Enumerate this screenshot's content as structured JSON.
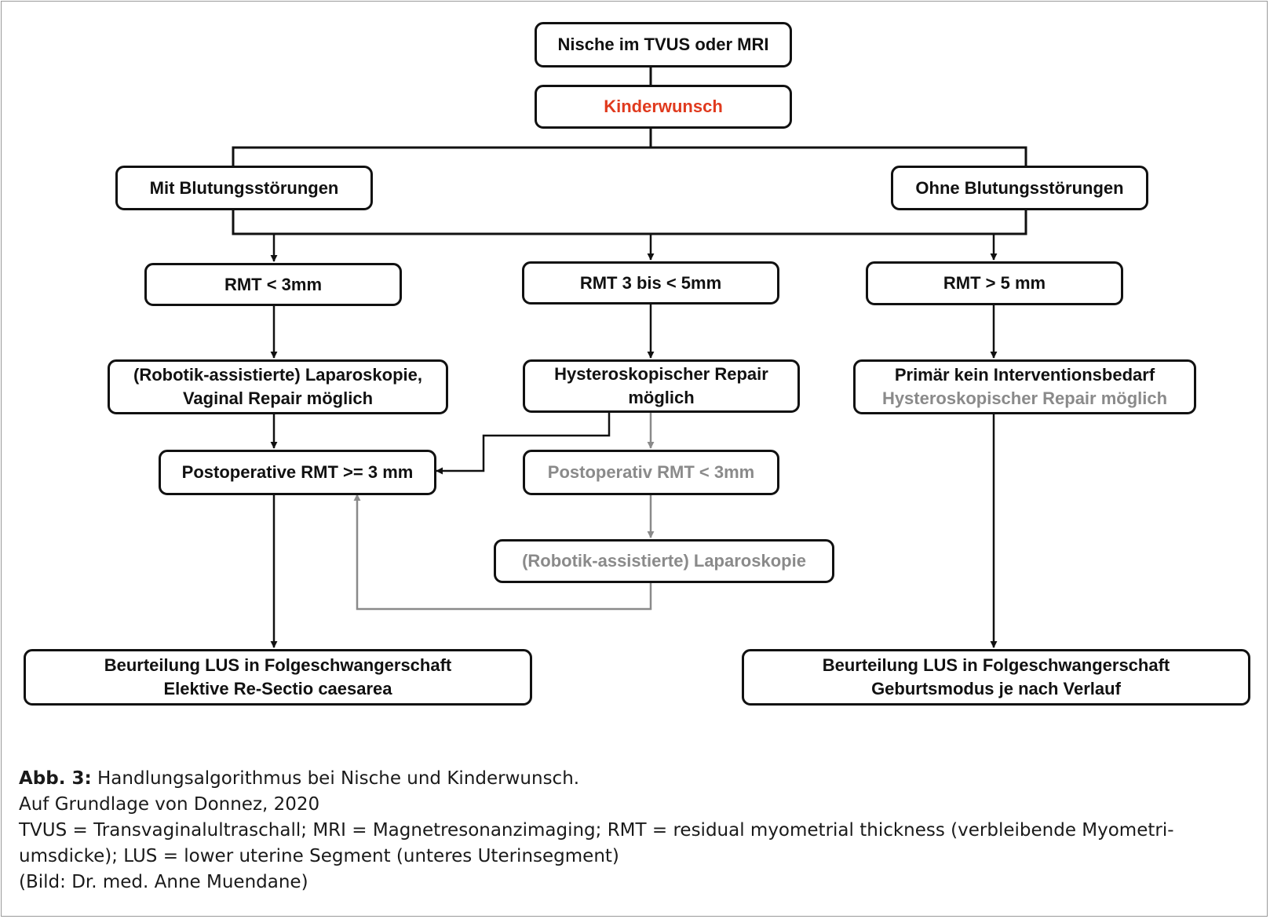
{
  "flowchart": {
    "nodes": {
      "start": [
        "Nische im TVUS oder MRI"
      ],
      "wish": [
        "Kinderwunsch"
      ],
      "with_bleeding": [
        "Mit Blutungsstörungen"
      ],
      "without_bleeding": [
        "Ohne Blutungsstörungen"
      ],
      "rmt_lt3": [
        "RMT < 3mm"
      ],
      "rmt_3to5": [
        "RMT 3  bis < 5mm"
      ],
      "rmt_gt5": [
        "RMT > 5 mm"
      ],
      "laparoscopy": [
        "(Robotik-assistierte) Laparoskopie,",
        "Vaginal Repair möglich"
      ],
      "hysteroscopic": [
        "Hysteroskopischer Repair",
        "möglich"
      ],
      "primary": [
        "Primär kein Interventionsbedarf",
        "Hysteroskopischer Repair möglich"
      ],
      "postop_ge3": [
        "Postoperative RMT >= 3 mm"
      ],
      "postop_lt3": [
        "Postoperativ RMT < 3mm"
      ],
      "robot_lap": [
        "(Robotik-assistierte) Laparoskopie"
      ],
      "outcome_left": [
        "Beurteilung LUS in Folgeschwangerschaft",
        "Elektive Re-Sectio caesarea"
      ],
      "outcome_right": [
        "Beurteilung LUS in Folgeschwangerschaft",
        "Geburtsmodus je nach Verlauf"
      ]
    },
    "colors": {
      "default": "#111111",
      "highlight": "#e03a1e",
      "secondary": "#8a8a8a"
    }
  },
  "caption": {
    "label": "Abb. 3:",
    "title": " Handlungsalgorithmus bei Nische und Kinderwunsch.",
    "source": "Auf Grundlage von Donnez, 2020",
    "abbrev_1": "TVUS = Transvaginalultraschall; MRI = Magnetresonanzimaging; RMT = residual myometrial thickness (verbleibende Myometri-",
    "abbrev_2": "umsdicke); LUS = lower uterine Segment (unteres Uterinsegment)",
    "credit": "(Bild: Dr. med. Anne Muendane)"
  }
}
